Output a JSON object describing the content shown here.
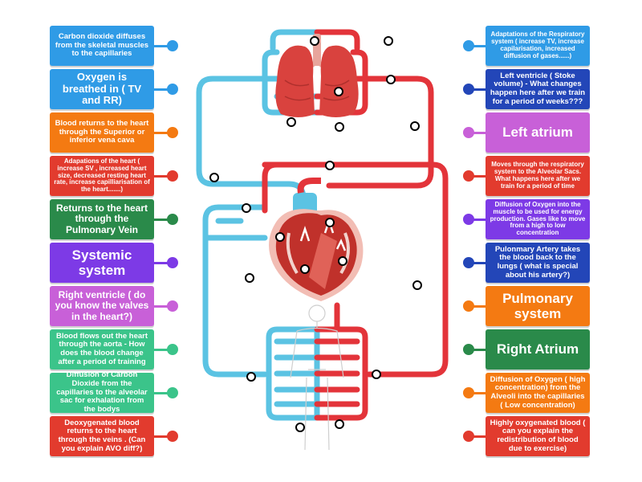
{
  "colors": {
    "blue": "#2f9be6",
    "navy": "#2346b8",
    "orange": "#f47a12",
    "purple": "#7d3ae6",
    "green": "#2a8a4a",
    "pink": "#c860d8",
    "teal": "#3bc48a",
    "red": "#e23b2e",
    "vein": "#5bc3e3",
    "artery": "#e3343a"
  },
  "left_labels": [
    {
      "text": "Carbon dioxide diffuses from the skeletal muscles to the capillaries",
      "color": "blue",
      "size": "s"
    },
    {
      "text": "Oxygen is breathed in ( TV and RR)",
      "color": "blue",
      "size": "l"
    },
    {
      "text": "Blood returns to the heart through the Superior or inferior vena cava",
      "color": "orange",
      "size": "s"
    },
    {
      "text": "Adapations of the heart ( increase SV , increased heart size, decreased resting heart rate, increase capilliarisation of the heart.......)",
      "color": "red",
      "size": "xs"
    },
    {
      "text": "Returns to the heart through the Pulmonary Vein",
      "color": "green",
      "size": "m"
    },
    {
      "text": "Systemic system",
      "color": "purple",
      "size": "xl"
    },
    {
      "text": "Right ventricle ( do you know the valves in the heart?)",
      "color": "pink",
      "size": "m"
    },
    {
      "text": "Blood flows out the heart through the aorta - How does the blood change after a period of training",
      "color": "teal",
      "size": "s"
    },
    {
      "text": "Diffusion of Carbon Dioxide from the capillaries to the alveolar sac for exhalation from the bodys",
      "color": "teal",
      "size": "s"
    },
    {
      "text": "Deoxygenated blood returns to the heart through the veins . (Can you explain AVO diff?)",
      "color": "red",
      "size": "s"
    }
  ],
  "right_labels": [
    {
      "text": "Adaptations of the Respiratory system ( increase TV, increase capilarisation, increased diffusion of gases......)",
      "color": "blue",
      "size": "xs"
    },
    {
      "text": "Left ventricle ( Stoke volume) - What changes happen here after we train for a period of weeks???",
      "color": "navy",
      "size": "s"
    },
    {
      "text": "Left atrium",
      "color": "pink",
      "size": "xl"
    },
    {
      "text": "Moves through the respiratory system to the Alveolar Sacs. What happens here after we train for a period of time",
      "color": "red",
      "size": "xs"
    },
    {
      "text": "Diffusion of Oxygen into the muscle to be used for energy production. Gases like to move from a high to low concentration",
      "color": "purple",
      "size": "xs"
    },
    {
      "text": "Pulonmary Artery takes the blood back to the lungs ( what is special about his artery?)",
      "color": "navy",
      "size": "s"
    },
    {
      "text": "Pulmonary system",
      "color": "orange",
      "size": "xl"
    },
    {
      "text": "Right Atrium",
      "color": "green",
      "size": "xl"
    },
    {
      "text": "Diffusion of Oxygen ( high concentration) from the Alveoli into the capillaries ( Low concentration)",
      "color": "orange",
      "size": "s"
    },
    {
      "text": "Highly oxygenated blood ( can you explain the redistribution of blood due to exercise)",
      "color": "red",
      "size": "s"
    }
  ],
  "hotspot_count": 20
}
